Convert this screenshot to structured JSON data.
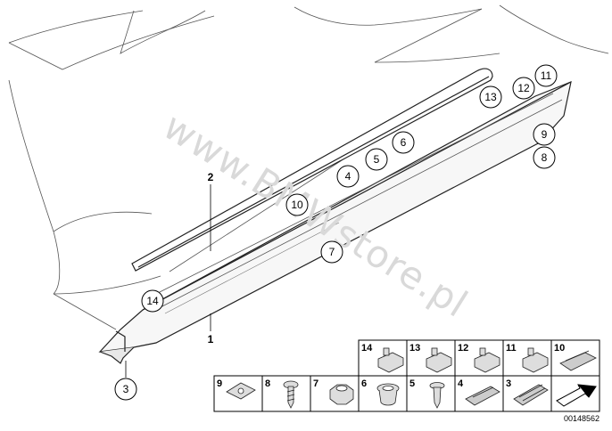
{
  "watermark": "www.BMWstore.pl",
  "document_id": "00148562",
  "plain_labels": [
    "1",
    "2"
  ],
  "callouts": [
    "3",
    "4",
    "5",
    "6",
    "7",
    "8",
    "9",
    "10",
    "11",
    "12",
    "13",
    "14"
  ],
  "legend_top_row": [
    "14",
    "13",
    "12",
    "11",
    "10"
  ],
  "legend_bottom_row": [
    "9",
    "8",
    "7",
    "6",
    "5",
    "4",
    "3"
  ]
}
